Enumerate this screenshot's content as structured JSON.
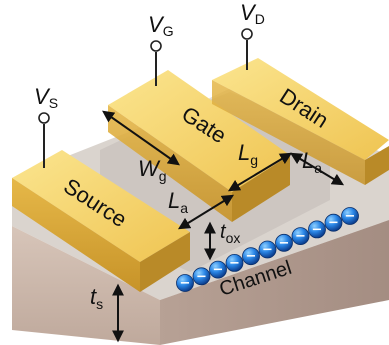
{
  "diagram": {
    "electrodes": {
      "source": "Source",
      "gate": "Gate",
      "drain": "Drain"
    },
    "layers": {
      "channel": "Channel"
    },
    "voltages": {
      "vs": {
        "main": "V",
        "sub": "S"
      },
      "vg": {
        "main": "V",
        "sub": "G"
      },
      "vd": {
        "main": "V",
        "sub": "D"
      }
    },
    "dimensions": {
      "wg": {
        "main": "W",
        "sub": "g"
      },
      "lg": {
        "main": "L",
        "sub": "g"
      },
      "la_left": {
        "main": "L",
        "sub": "a"
      },
      "la_right": {
        "main": "L",
        "sub": "a"
      },
      "tox": {
        "main": "t",
        "sub": "ox"
      },
      "ts": {
        "main": "t",
        "sub": "s"
      }
    },
    "charge_sign": "−",
    "charge_count": 11,
    "colors": {
      "electrode_top": "#f6d46a",
      "electrode_front": "#d9a83a",
      "electrode_side": "#b98a28",
      "substrate_top": "#cfc7c2",
      "substrate_front": "#c9b7ab",
      "substrate_side": "#a99389",
      "charge": "#1f6fd6"
    }
  }
}
